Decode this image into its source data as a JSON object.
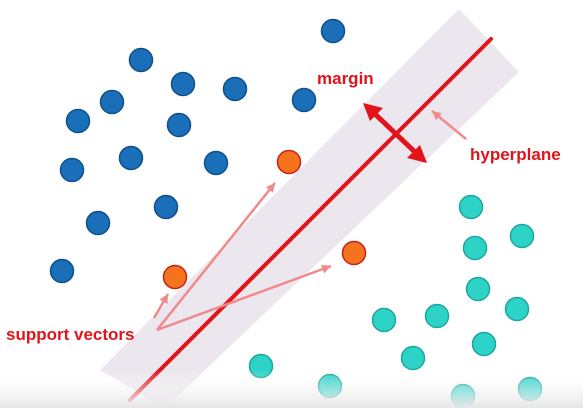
{
  "labels": {
    "margin": "margin",
    "hyperplane": "hyperplane",
    "support_vectors": "support vectors"
  },
  "colors": {
    "class_a": "#1b6fb8",
    "class_a_stroke": "#0e4f8c",
    "class_b": "#2ed3c8",
    "class_b_stroke": "#1aa79e",
    "support_vector": "#f4731c",
    "support_vector_stroke": "#c9201a",
    "hyperplane": "#e0141a",
    "annotation": "#e0141a",
    "pointer_arrow": "#f08a8a",
    "margin_band": "#ece7ee"
  },
  "legend": {
    "class_a_icon": "blue-circle",
    "class_b_icon": "teal-circle",
    "support_vector_icon": "orange-circle",
    "margin_icon": "double-headed-arrow",
    "hyperplane_icon": "line"
  }
}
